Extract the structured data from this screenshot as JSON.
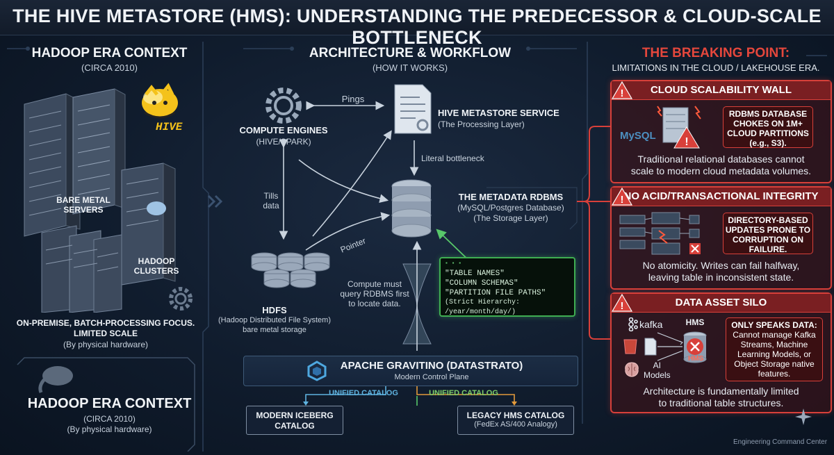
{
  "title": "THE HIVE METASTORE (HMS): UNDERSTANDING THE PREDECESSOR & CLOUD-SCALE BOTTLENECK",
  "left": {
    "heading": "HADOOP ERA CONTEXT",
    "subheading": "(CIRCA 2010)",
    "hive_logo_text": "HIVE",
    "bare_metal_label": "BARE METAL\nSERVERS",
    "hadoop_clusters_label": "HADOOP\nCLUSTERS",
    "focus_text": "ON-PREMISE, BATCH-PROCESSING FOCUS.\nLIMITED SCALE",
    "focus_sub": "(By physical hardware)",
    "bottom_heading": "HADOOP ERA CONTEXT",
    "bottom_sub1": "(CIRCA 2010)",
    "bottom_sub2": "(By physical hardware)"
  },
  "middle": {
    "heading": "ARCHITECTURE & WORKFLOW",
    "subheading": "(HOW IT WORKS)",
    "pings": "Pings",
    "compute_title": "COMPUTE ENGINES",
    "compute_sub": "(HIVE/SPARK)",
    "hms_title": "HIVE METASTORE SERVICE",
    "hms_sub": "(The Processing Layer)",
    "literal_bottleneck": "Literal bottleneck",
    "tills_data": "Tills\ndata",
    "rdbms_title": "THE METADATA RDBMS",
    "rdbms_sub1": "(MySQL/Postgres Database)",
    "rdbms_sub2": "(The Storage Layer)",
    "pointer": "Pointer",
    "hdfs_title": "HDFS",
    "hdfs_sub1": "(Hadoop Distributed File System)",
    "hdfs_sub2": "bare metal storage",
    "compute_must": "Compute must\nquery RDBMS first\nto locate data.",
    "code_lines": [
      "\"TABLE NAMES\"",
      "\"COLUMN SCHEMAS\"",
      "\"PARTITION FILE PATHS\"",
      "(Strict Hierarchy: /year/month/day/)"
    ],
    "gravitino_title": "APACHE GRAVITINO (DATASTRATO)",
    "gravitino_sub": "Modern Control Plane",
    "unified_catalog_1": "UNIFIED CATALOG",
    "unified_catalog_2": "UNIFIED CATALOG",
    "iceberg_catalog": "MODERN ICEBERG\nCATALOG",
    "legacy_catalog": "LEGACY HMS CATALOG",
    "legacy_sub": "(FedEx AS/400 Analogy)"
  },
  "right": {
    "heading": "THE BREAKING POINT:",
    "subheading": "LIMITATIONS IN THE CLOUD / LAKEHOUSE ERA.",
    "card1": {
      "title": "CLOUD SCALABILITY WALL",
      "mysql": "MySQL",
      "box": "RDBMS DATABASE\nCHOKES ON 1M+\nCLOUD PARTITIONS\n(e.g., S3).",
      "text": "Traditional relational databases cannot\nscale to modern cloud metadata volumes."
    },
    "card2": {
      "title": "NO ACID/TRANSACTIONAL INTEGRITY",
      "box": "DIRECTORY-BASED\nUPDATES PRONE TO\nCORRUPTION ON\nFAILURE.",
      "text": "No atomicity. Writes can fail halfway,\nleaving table in inconsistent state."
    },
    "card3": {
      "title": "DATA ASSET SILO",
      "kafka": "kafka",
      "hms_top": "HMS",
      "hms_bottom": "HMS",
      "ai_models": "AI\nModels",
      "box_head": "ONLY SPEAKS DATA:",
      "box_body": "Cannot manage Kafka\nStreams, Machine\nLearning Models, or\nObject Storage native\nfeatures.",
      "text": "Architecture is fundamentally limited\nto traditional table structures."
    }
  },
  "footer": "Engineering Command Center",
  "colors": {
    "accent_red": "#d8403a",
    "accent_green": "#3fae52",
    "accent_blue": "#5fb3e0",
    "accent_orange": "#e39a3b"
  }
}
